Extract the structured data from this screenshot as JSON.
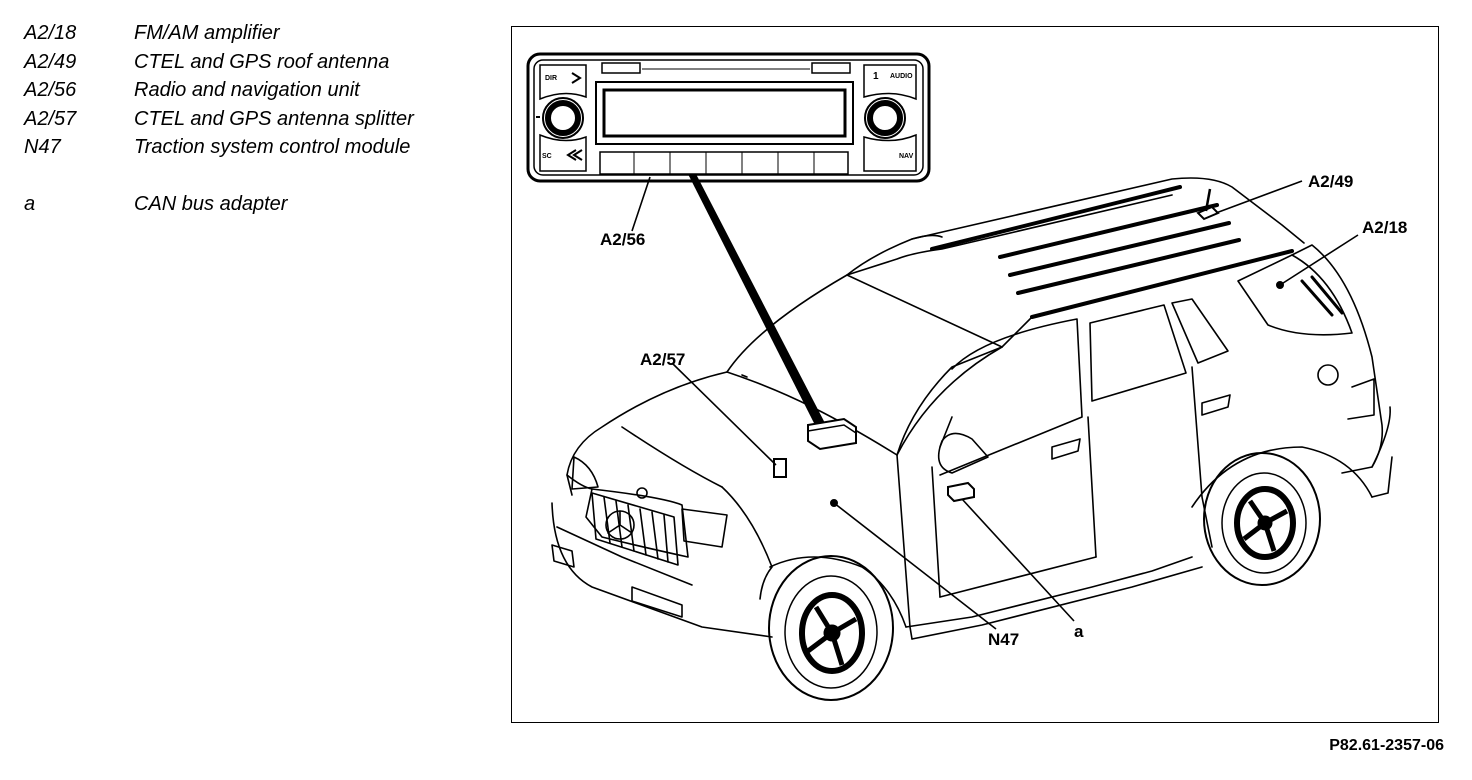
{
  "legend": [
    {
      "code": "A2/18",
      "description": "FM/AM amplifier"
    },
    {
      "code": "A2/49",
      "description": "CTEL and GPS roof antenna"
    },
    {
      "code": "A2/56",
      "description": "Radio and navigation unit"
    },
    {
      "code": "A2/57",
      "description": "CTEL and GPS antenna splitter"
    },
    {
      "code": "N47",
      "description": "Traction system control module"
    },
    {
      "code": "a",
      "description": "CAN bus adapter"
    }
  ],
  "callouts": {
    "a2_56": "A2/56",
    "a2_49": "A2/49",
    "a2_18": "A2/18",
    "a2_57": "A2/57",
    "n47": "N47",
    "a": "a"
  },
  "radio_buttons": {
    "dir": "DIR",
    "audio": "AUDIO",
    "sc": "SC",
    "nav": "NAV",
    "one": "1"
  },
  "figure_id": "P82.61-2357-06"
}
